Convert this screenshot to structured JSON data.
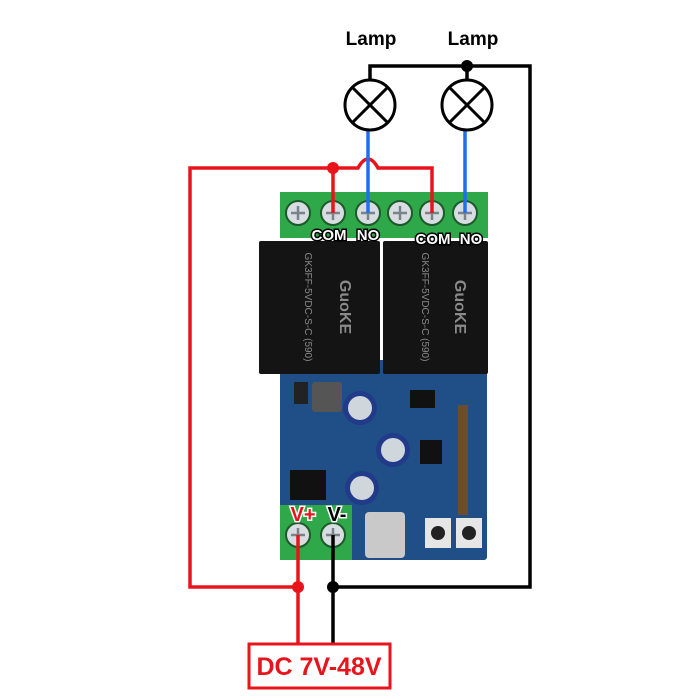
{
  "lamps": [
    {
      "label": "Lamp"
    },
    {
      "label": "Lamp"
    }
  ],
  "relay_terminals": [
    {
      "com": "COM",
      "no": "NO"
    },
    {
      "com": "COM",
      "no": "NO"
    }
  ],
  "relays": [
    {
      "brand": "GuoKE",
      "model": "GK3FF-5VDC-S-C (590)"
    },
    {
      "brand": "GuoKE",
      "model": "GK3FF-5VDC-S-C (590)"
    }
  ],
  "power_terminals": {
    "positive": "V+",
    "negative": "V-"
  },
  "power_supply": {
    "label": "DC 7V-48V"
  },
  "colors": {
    "positive_wire": "#e8141c",
    "negative_wire": "#000000",
    "load_wire": "#1e6ff0",
    "terminal_block": "#2fa84a",
    "relay": "#141414",
    "pcb": "#1f4f86"
  },
  "icons": [
    "lamp-icon",
    "screw-terminal-icon",
    "junction-dot-icon"
  ]
}
